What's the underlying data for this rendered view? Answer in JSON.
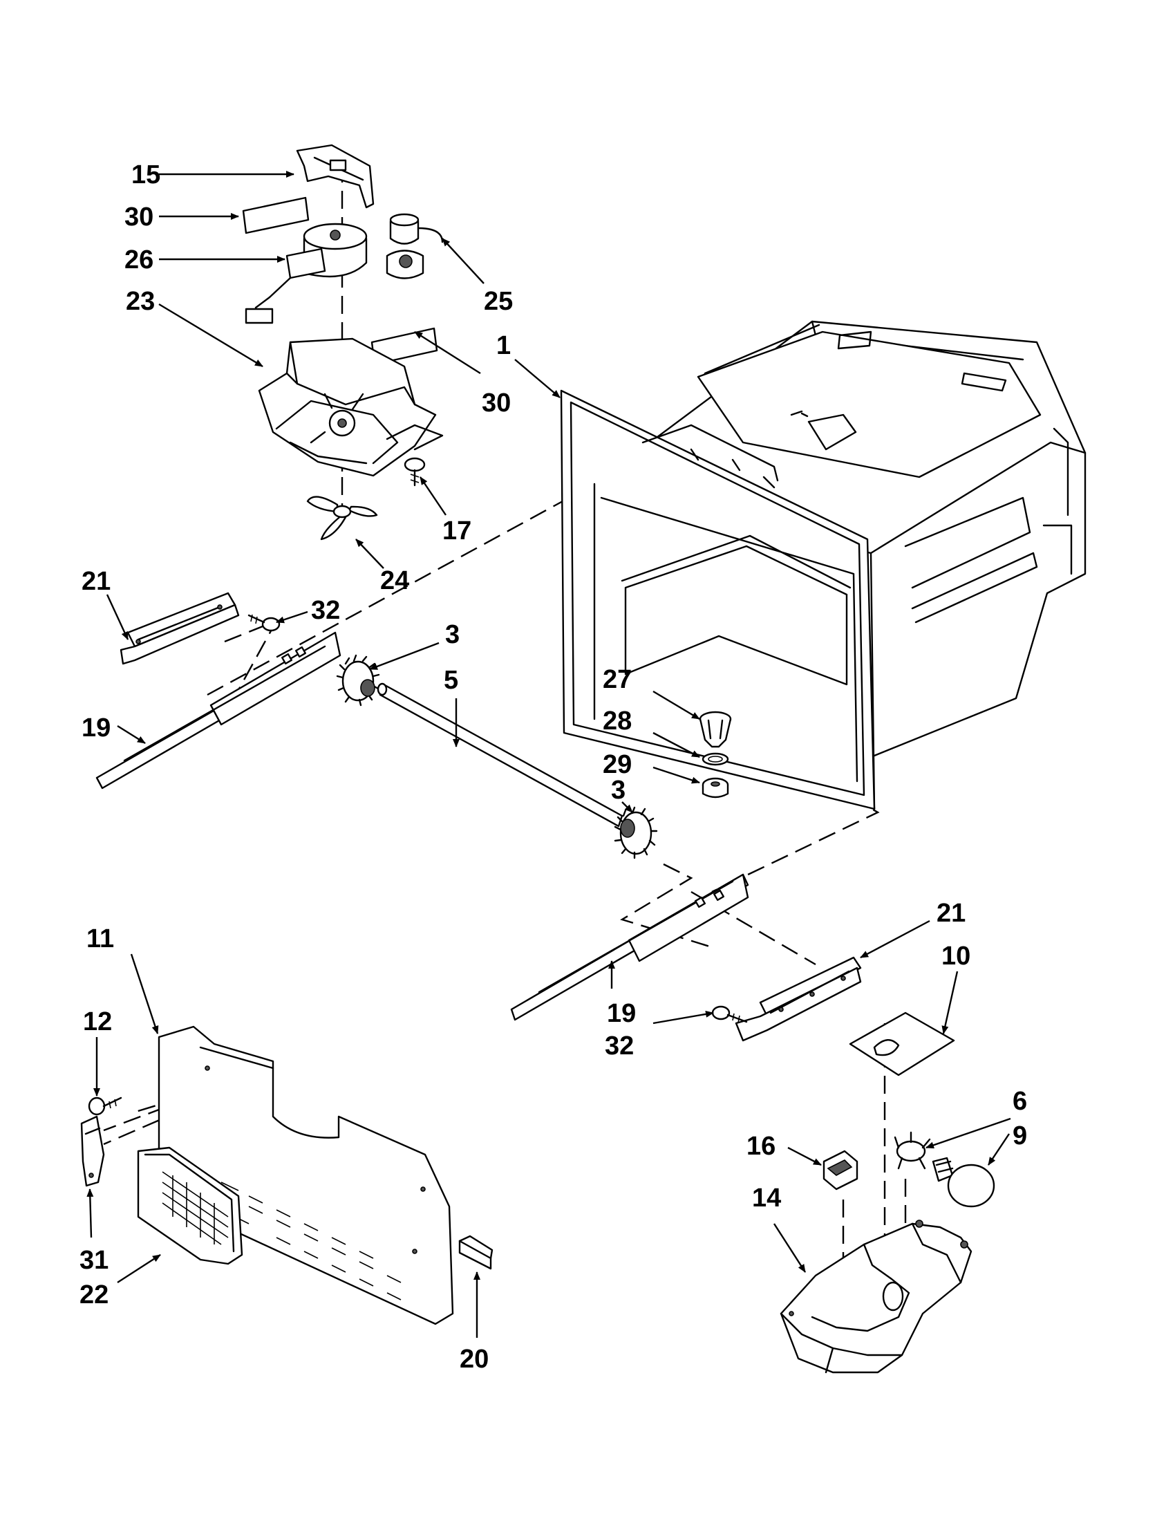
{
  "callouts": [
    "15",
    "30",
    "26",
    "23",
    "25",
    "30",
    "1",
    "17",
    "24",
    "21",
    "32",
    "3",
    "5",
    "19",
    "27",
    "28",
    "29",
    "3",
    "11",
    "21",
    "10",
    "12",
    "19",
    "32",
    "6",
    "16",
    "9",
    "14",
    "31",
    "22",
    "20"
  ]
}
